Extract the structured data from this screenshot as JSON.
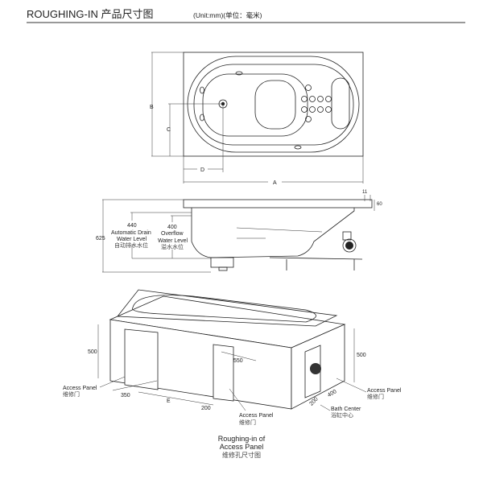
{
  "header": {
    "title": "ROUGHING-IN 产品尺寸图",
    "unit": "(Unit:mm)(单位：毫米)"
  },
  "top_view": {
    "dims": {
      "a": "A",
      "b": "B",
      "c": "C",
      "d": "D"
    }
  },
  "side_view": {
    "height": "625",
    "rim_offset": "11",
    "rim_thickness": "60",
    "auto_drain": {
      "value": "440",
      "line1": "Automatic Drain",
      "line2": "Water Level",
      "cn": "自动排水水位"
    },
    "overflow": {
      "value": "400",
      "line1": "Overflow",
      "line2": "Water Level",
      "cn": "溢水水位"
    }
  },
  "iso_view": {
    "left_height": "500",
    "right_height": "500",
    "depth": "550",
    "left_width": "350",
    "e": "E",
    "mid_width": "200",
    "right_200": "200",
    "right_400": "400",
    "access_left": {
      "en": "Access Panel",
      "cn": "维修门"
    },
    "access_mid": {
      "en": "Access Panel",
      "cn": "维修门"
    },
    "access_right": {
      "en": "Access Panel",
      "cn": "维修门"
    },
    "bath_center": {
      "en": "Bath Center",
      "cn": "浴缸中心"
    },
    "caption": {
      "line1": "Roughing-in of",
      "line2": "Access Panel",
      "cn": "维修孔尺寸图"
    }
  }
}
